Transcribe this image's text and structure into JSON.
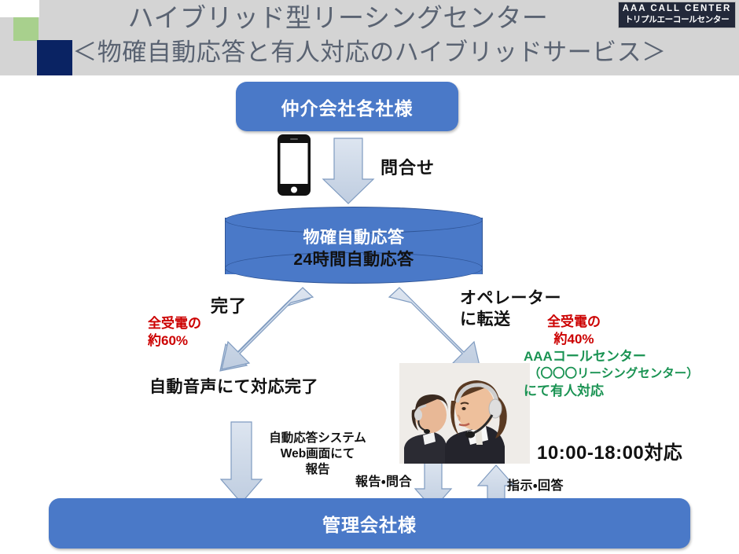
{
  "header": {
    "title": "ハイブリッド型リーシングセンター",
    "subtitle": "＜物確自動応答と有人対応のハイブリッドサービス＞",
    "logo_line1": "AAA CALL CENTER",
    "logo_line2": "トリプルエーコールセンター",
    "band_color": "#d4d4d4",
    "title_color": "#5a6372",
    "green_block_color": "#a8d08d",
    "navy_block_color": "#0a2363",
    "logo_bg_color": "#23293a"
  },
  "nodes": {
    "brokers": "仲介会社各社様",
    "cylinder_line1": "物確自動応答",
    "cylinder_line2": "24時間自動応答",
    "management": "管理会社様"
  },
  "labels": {
    "inquiry": "問合せ",
    "complete": "完了",
    "transfer_line1": "オペレーター",
    "transfer_line2": "に転送",
    "pct_left_line1": "全受電の",
    "pct_left_line2": "約60%",
    "pct_right_line1": "全受電の",
    "pct_right_line2": "約40%",
    "auto_voice_done": "自動音声にて対応完了",
    "green_line1": "AAAコールセンター",
    "green_line2": "（〇〇〇リーシングセンター）",
    "green_line3": "にて有人対応",
    "hours": "10:00-18:00対応",
    "web_report_line1": "自動応答システム",
    "web_report_line2": "Web画面にて",
    "web_report_line3": "報告",
    "report_inquiry": "報告・問合",
    "instruction_answer": "指示・回答"
  },
  "icons": {
    "phone": "smartphone-icon",
    "operators": "call-center-operators-photo"
  },
  "colors": {
    "node_blue": "#4a79c8",
    "node_blue_edge": "#2f5597",
    "arrow_fill": "#c8d4e4",
    "arrow_stroke": "#2f5597",
    "red_accent": "#cc0000",
    "green_accent": "#1a9353",
    "text_dark": "#111111"
  }
}
